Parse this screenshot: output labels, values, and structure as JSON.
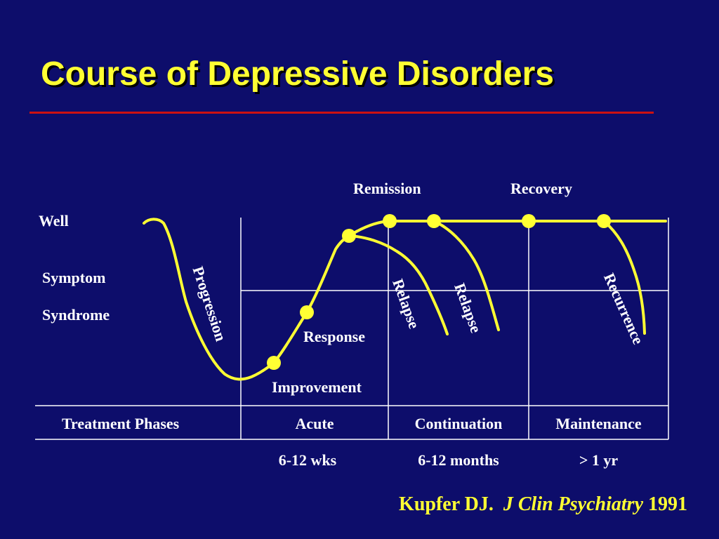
{
  "title": "Course of Depressive Disorders",
  "states": {
    "well": "Well",
    "symptom": "Symptom",
    "syndrome": "Syndrome"
  },
  "milestones": {
    "remission": "Remission",
    "recovery": "Recovery",
    "response": "Response",
    "improvement": "Improvement"
  },
  "curve_labels": {
    "progression": "Progression",
    "relapse_1": "Relapse",
    "relapse_2": "Relapse",
    "recurrence": "Recurrence"
  },
  "phases": {
    "header": "Treatment Phases",
    "items": [
      {
        "name": "Acute",
        "duration": "6-12 wks"
      },
      {
        "name": "Continuation",
        "duration": "6-12 months"
      },
      {
        "name": "Maintenance",
        "duration": "> 1 yr"
      }
    ]
  },
  "citation": {
    "author": "Kupfer DJ.",
    "journal": "J Clin Psychiatry",
    "year": "1991"
  },
  "colors": {
    "background": "#0d0d6b",
    "curve": "#ffff33",
    "rule": "#cc1111",
    "grid": "#ffffff"
  }
}
